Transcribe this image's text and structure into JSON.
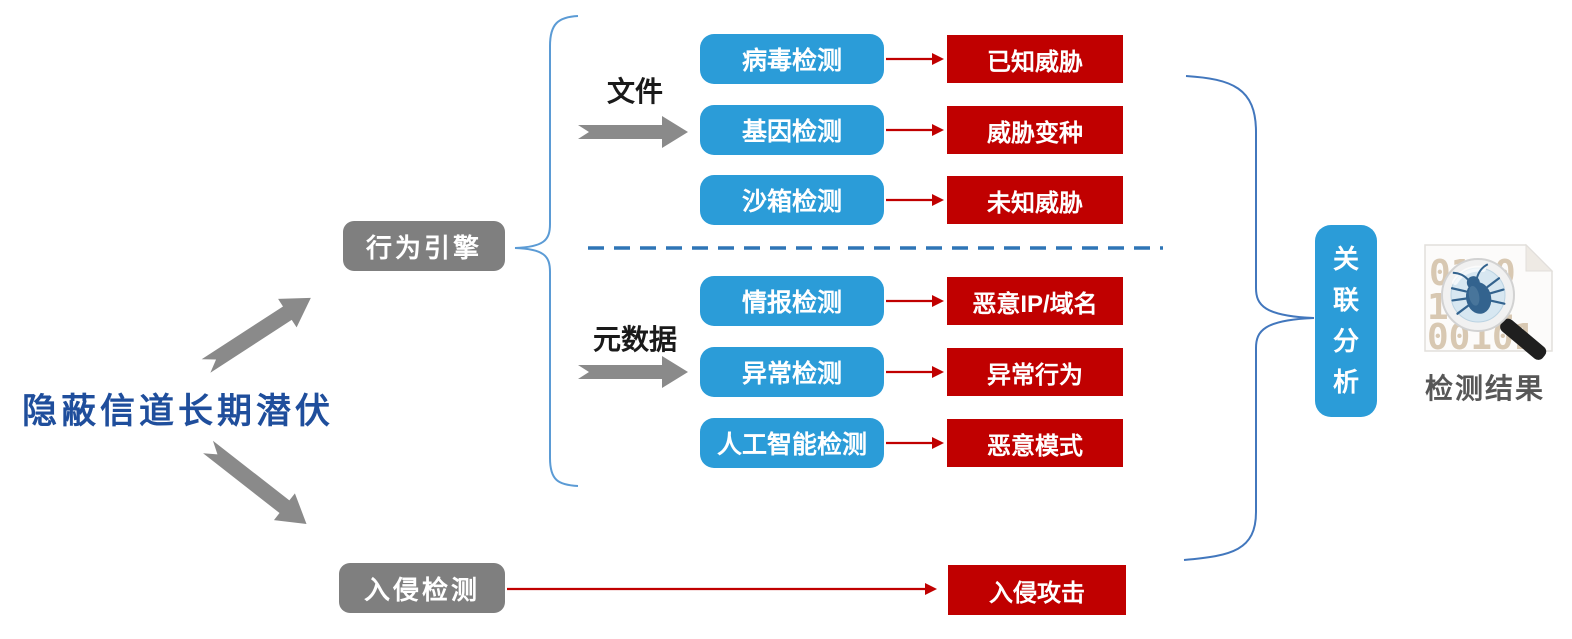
{
  "title": "隐蔽信道长期潜伏",
  "engines": {
    "behavior": "行为引擎",
    "intrusion": "入侵检测"
  },
  "file_group": {
    "label": "文件",
    "rows": [
      {
        "detector": "病毒检测",
        "result": "已知威胁"
      },
      {
        "detector": "基因检测",
        "result": "威胁变种"
      },
      {
        "detector": "沙箱检测",
        "result": "未知威胁"
      }
    ]
  },
  "metadata_group": {
    "label": "元数据",
    "rows": [
      {
        "detector": "情报检测",
        "result": "恶意IP/域名"
      },
      {
        "detector": "异常检测",
        "result": "异常行为"
      },
      {
        "detector": "人工智能检测",
        "result": "恶意模式"
      }
    ]
  },
  "intrusion_result": "入侵攻击",
  "analysis_label": "关联分析",
  "result": {
    "caption": "检测结果",
    "icon": "document-with-bug-magnifier",
    "binary_rows": [
      "01 0",
      "1  1",
      "00101"
    ]
  },
  "colors": {
    "detector_blue": "#2B9CD8",
    "result_red": "#C00000",
    "engine_gray": "#7F7F7F",
    "title_blue": "#1F4E9C",
    "brace_blue": "#5B9BD5",
    "dashed_blue": "#2E75B6",
    "arrow_gray": "#8A8A8A",
    "arrow_red": "#C00000"
  }
}
